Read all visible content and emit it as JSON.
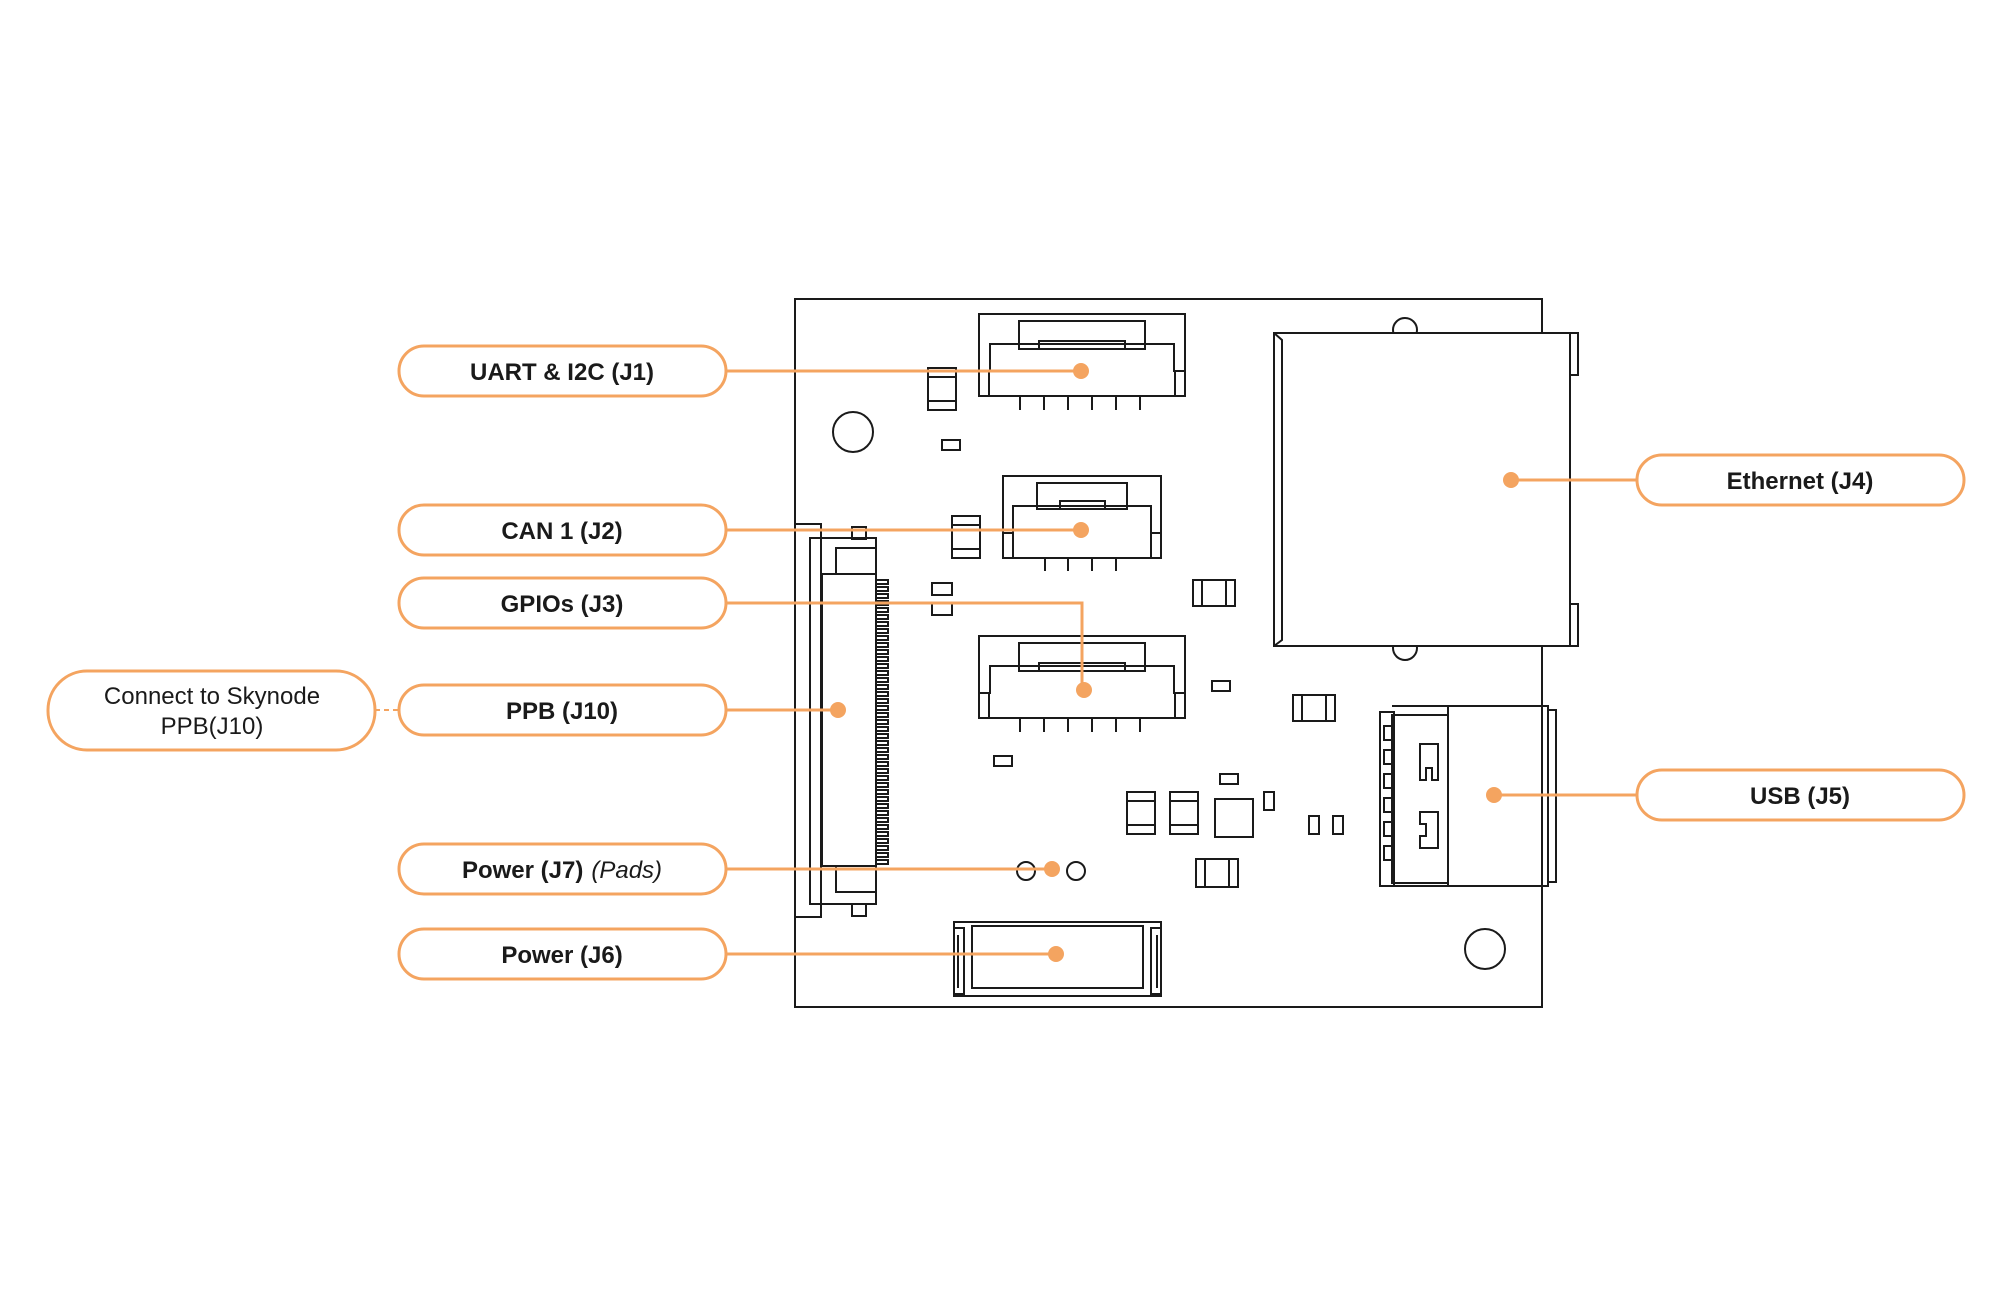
{
  "accent_color": "#F4A460",
  "line_color": "#1a1a1a",
  "labels": {
    "uart_i2c": "UART & I2C (J1)",
    "can1": "CAN 1 (J2)",
    "gpios": "GPIOs (J3)",
    "ppb": "PPB (J10)",
    "power_j7": "Power (J7)",
    "power_j7_note": "(Pads)",
    "power_j6": "Power (J6)",
    "ethernet": "Ethernet (J4)",
    "usb": "USB (J5)"
  },
  "note": {
    "line1": "Connect to Skynode",
    "line2": "PPB(J10)"
  }
}
